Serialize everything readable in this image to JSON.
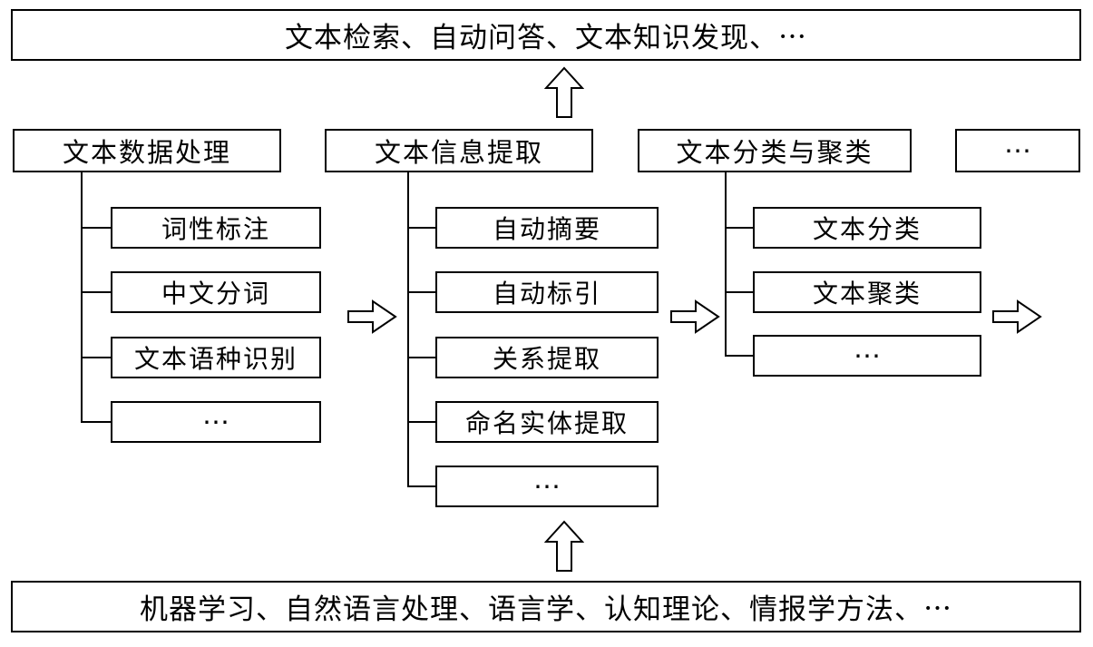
{
  "diagram": {
    "top_banner": "文本检索、自动问答、文本知识发现、⋯",
    "bottom_banner": "机器学习、自然语言处理、语言学、认知理论、情报学方法、⋯",
    "ellipsis_box": "⋯",
    "columns": [
      {
        "title": "文本数据处理",
        "children": [
          "词性标注",
          "中文分词",
          "文本语种识别",
          "⋯"
        ]
      },
      {
        "title": "文本信息提取",
        "children": [
          "自动摘要",
          "自动标引",
          "关系提取",
          "命名实体提取",
          "⋯"
        ]
      },
      {
        "title": "文本分类与聚类",
        "children": [
          "文本分类",
          "文本聚类",
          "⋯"
        ]
      }
    ]
  }
}
